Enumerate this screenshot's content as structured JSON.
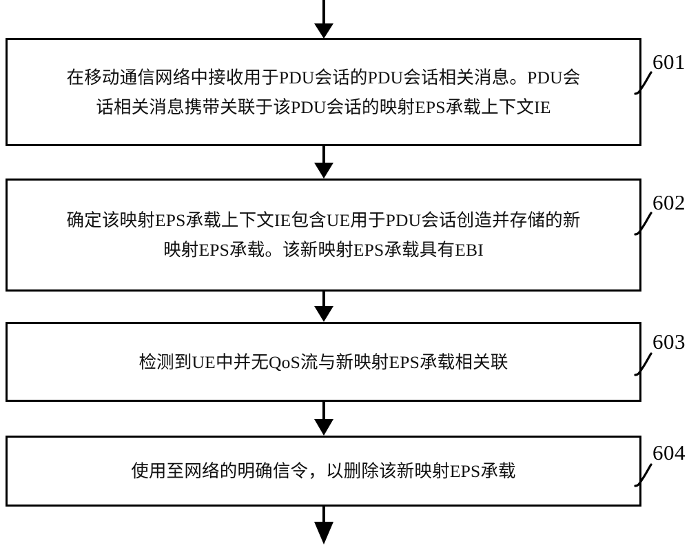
{
  "figure": {
    "type": "patent-flowchart",
    "orientation": "vertical",
    "background_color": "#ffffff",
    "line_color": "#000000",
    "text_color": "#111111"
  },
  "steps": [
    {
      "ref": "601",
      "text": "在移动通信网络中接收用于PDU会话的PDU会话相关消息。PDU会\n话相关消息携带关联于该PDU会话的映射EPS承载上下文IE"
    },
    {
      "ref": "602",
      "text": "确定该映射EPS承载上下文IE包含UE用于PDU会话创造并存储的新\n映射EPS承载。该新映射EPS承载具有EBI"
    },
    {
      "ref": "603",
      "text": "检测到UE中并无QoS流与新映射EPS承载相关联"
    },
    {
      "ref": "604",
      "text": "使用至网络的明确信令，以删除该新映射EPS承载"
    }
  ],
  "connectors": [
    {
      "name": "entry-arrow",
      "from": "above-diagram",
      "to": "step-601"
    },
    {
      "name": "arrow-601-602",
      "from": "step-601",
      "to": "step-602"
    },
    {
      "name": "arrow-602-603",
      "from": "step-602",
      "to": "step-603"
    },
    {
      "name": "arrow-603-604",
      "from": "step-603",
      "to": "step-604"
    },
    {
      "name": "exit-arrow",
      "from": "step-604",
      "to": "below-diagram"
    }
  ]
}
